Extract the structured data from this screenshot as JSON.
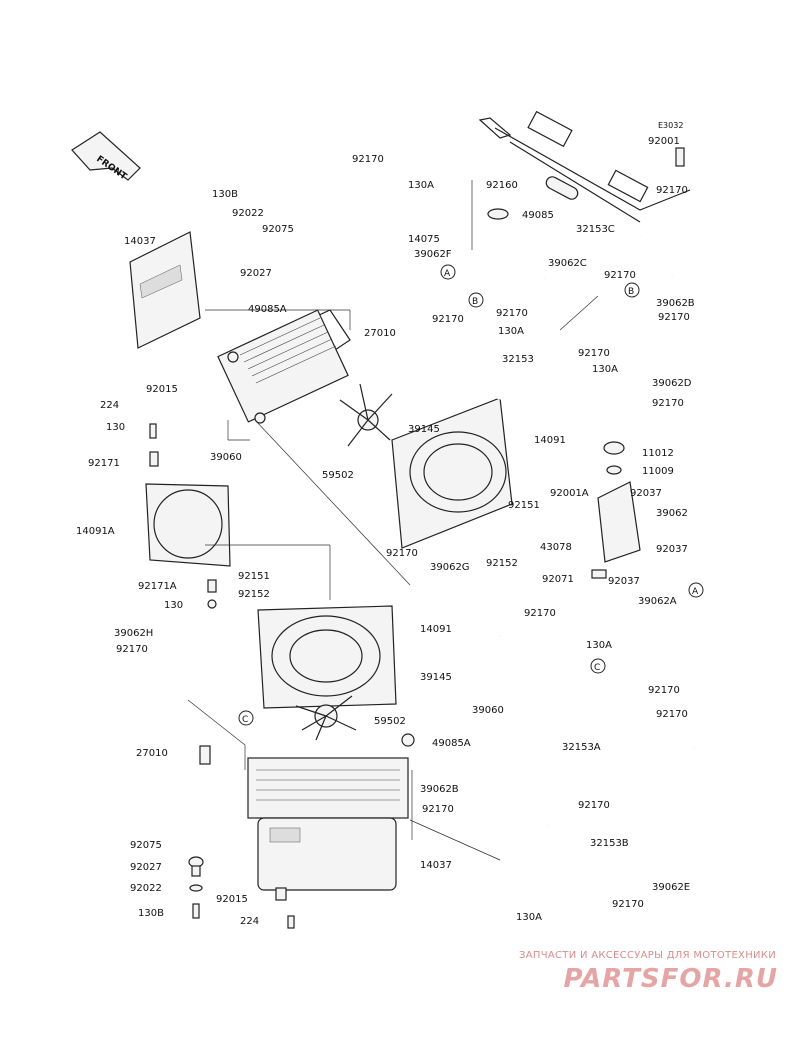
{
  "diagram_code": "E3032",
  "front_label": "FRONT",
  "labels": [
    {
      "id": "lbl-92001-top",
      "text": "92001"
    },
    {
      "id": "lbl-92170-a",
      "text": "92170"
    },
    {
      "id": "lbl-130a-a",
      "text": "130A"
    },
    {
      "id": "lbl-92160",
      "text": "92160"
    },
    {
      "id": "lbl-49085",
      "text": "49085"
    },
    {
      "id": "lbl-14075",
      "text": "14075"
    },
    {
      "id": "lbl-39062f",
      "text": "39062F"
    },
    {
      "id": "lbl-92170-b",
      "text": "92170"
    },
    {
      "id": "lbl-32153c",
      "text": "32153C"
    },
    {
      "id": "lbl-92170-c",
      "text": "92170"
    },
    {
      "id": "lbl-39062c",
      "text": "39062C"
    },
    {
      "id": "lbl-92170-d",
      "text": "92170"
    },
    {
      "id": "lbl-39062b",
      "text": "39062B"
    },
    {
      "id": "lbl-92170-e",
      "text": "92170"
    },
    {
      "id": "lbl-130b-top",
      "text": "130B"
    },
    {
      "id": "lbl-92022-top",
      "text": "92022"
    },
    {
      "id": "lbl-92075-top",
      "text": "92075"
    },
    {
      "id": "lbl-92027-top",
      "text": "92027"
    },
    {
      "id": "lbl-14037-top",
      "text": "14037"
    },
    {
      "id": "lbl-49085a-top",
      "text": "49085A"
    },
    {
      "id": "lbl-27010-top",
      "text": "27010"
    },
    {
      "id": "lbl-92170-f",
      "text": "92170"
    },
    {
      "id": "lbl-130a-b",
      "text": "130A"
    },
    {
      "id": "lbl-32153",
      "text": "32153"
    },
    {
      "id": "lbl-92170-g",
      "text": "92170"
    },
    {
      "id": "lbl-130a-c",
      "text": "130A"
    },
    {
      "id": "lbl-39062d",
      "text": "39062D"
    },
    {
      "id": "lbl-92170-h",
      "text": "92170"
    },
    {
      "id": "lbl-92015-top",
      "text": "92015"
    },
    {
      "id": "lbl-224-top",
      "text": "224"
    },
    {
      "id": "lbl-130-top",
      "text": "130"
    },
    {
      "id": "lbl-92171",
      "text": "92171"
    },
    {
      "id": "lbl-39060-top",
      "text": "39060"
    },
    {
      "id": "lbl-39145-top",
      "text": "39145"
    },
    {
      "id": "lbl-14091-top",
      "text": "14091"
    },
    {
      "id": "lbl-11012",
      "text": "11012"
    },
    {
      "id": "lbl-11009",
      "text": "11009"
    },
    {
      "id": "lbl-59502-top",
      "text": "59502"
    },
    {
      "id": "lbl-92001a",
      "text": "92001A"
    },
    {
      "id": "lbl-92037-a",
      "text": "92037"
    },
    {
      "id": "lbl-92151-top",
      "text": "92151"
    },
    {
      "id": "lbl-39062",
      "text": "39062"
    },
    {
      "id": "lbl-43078",
      "text": "43078"
    },
    {
      "id": "lbl-92152-top",
      "text": "92152"
    },
    {
      "id": "lbl-92037-b",
      "text": "92037"
    },
    {
      "id": "lbl-14091a",
      "text": "14091A"
    },
    {
      "id": "lbl-92170-i",
      "text": "92170"
    },
    {
      "id": "lbl-39062g",
      "text": "39062G"
    },
    {
      "id": "lbl-92071",
      "text": "92071"
    },
    {
      "id": "lbl-92037-c",
      "text": "92037"
    },
    {
      "id": "lbl-39062a",
      "text": "39062A"
    },
    {
      "id": "lbl-92151-mid",
      "text": "92151"
    },
    {
      "id": "lbl-92171a",
      "text": "92171A"
    },
    {
      "id": "lbl-92152-mid",
      "text": "92152"
    },
    {
      "id": "lbl-130-mid",
      "text": "130"
    },
    {
      "id": "lbl-92170-j",
      "text": "92170"
    },
    {
      "id": "lbl-14091-mid",
      "text": "14091"
    },
    {
      "id": "lbl-39062h",
      "text": "39062H"
    },
    {
      "id": "lbl-130a-d",
      "text": "130A"
    },
    {
      "id": "lbl-92170-k",
      "text": "92170"
    },
    {
      "id": "lbl-39145-mid",
      "text": "39145"
    },
    {
      "id": "lbl-92170-l",
      "text": "92170"
    },
    {
      "id": "lbl-92170-m",
      "text": "92170"
    },
    {
      "id": "lbl-59502-mid",
      "text": "59502"
    },
    {
      "id": "lbl-39060-mid",
      "text": "39060"
    },
    {
      "id": "lbl-32153a",
      "text": "32153A"
    },
    {
      "id": "lbl-27010-mid",
      "text": "27010"
    },
    {
      "id": "lbl-49085a-mid",
      "text": "49085A"
    },
    {
      "id": "lbl-39062b-mid",
      "text": "39062B"
    },
    {
      "id": "lbl-92170-n",
      "text": "92170"
    },
    {
      "id": "lbl-92170-o",
      "text": "92170"
    },
    {
      "id": "lbl-92075-bot",
      "text": "92075"
    },
    {
      "id": "lbl-32153b",
      "text": "32153B"
    },
    {
      "id": "lbl-92027-bot",
      "text": "92027"
    },
    {
      "id": "lbl-14037-bot",
      "text": "14037"
    },
    {
      "id": "lbl-39062e",
      "text": "39062E"
    },
    {
      "id": "lbl-92022-bot",
      "text": "92022"
    },
    {
      "id": "lbl-92015-bot",
      "text": "92015"
    },
    {
      "id": "lbl-92170-p",
      "text": "92170"
    },
    {
      "id": "lbl-130b-bot",
      "text": "130B"
    },
    {
      "id": "lbl-224-bot",
      "text": "224"
    },
    {
      "id": "lbl-130a-e",
      "text": "130A"
    }
  ],
  "callouts": [
    {
      "id": "co-a1",
      "letter": "A"
    },
    {
      "id": "co-b1",
      "letter": "B"
    },
    {
      "id": "co-b2",
      "letter": "B"
    },
    {
      "id": "co-a2",
      "letter": "A"
    },
    {
      "id": "co-c1",
      "letter": "C"
    },
    {
      "id": "co-c2",
      "letter": "C"
    }
  ],
  "watermark": {
    "line": "ЗАПЧАСТИ И АКСЕССУАРЫ ДЛЯ МОТОТЕХНИКИ",
    "logo": "PARTSFOR.RU"
  }
}
